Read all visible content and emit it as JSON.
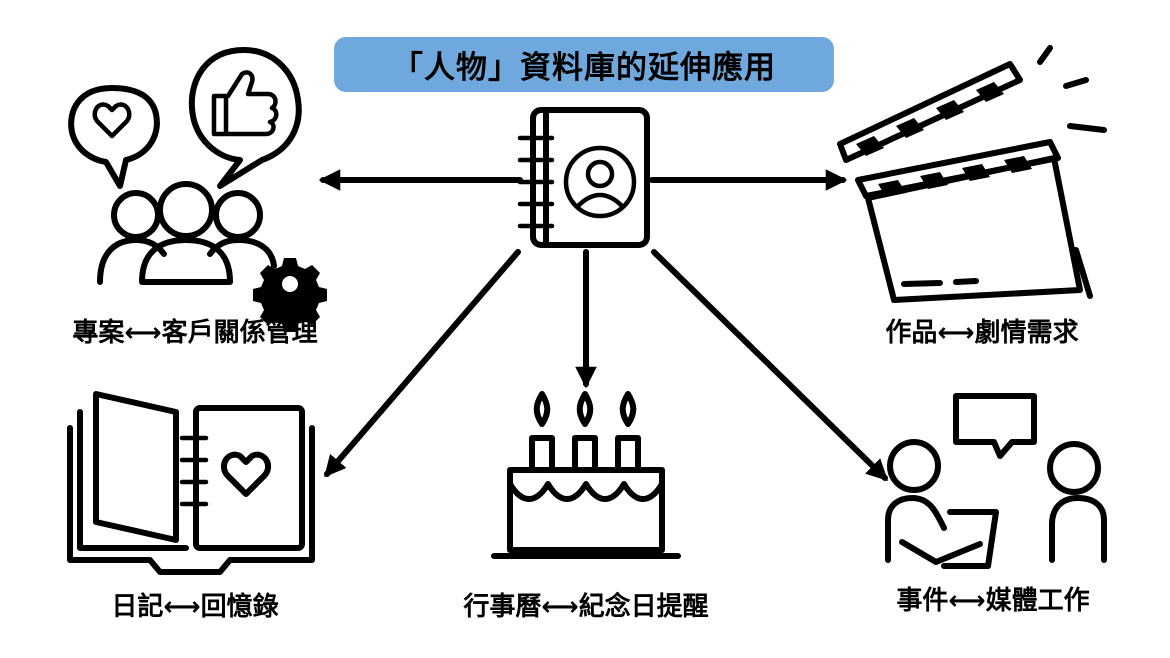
{
  "title": "「人物」資料庫的延伸應用",
  "center": {
    "icon": "contact-book-icon"
  },
  "nodes": [
    {
      "id": "project",
      "label": "專案⟷客戶關係管理",
      "icon": "customer-relations-icon"
    },
    {
      "id": "works",
      "label": "作品⟷劇情需求",
      "icon": "clapperboard-icon"
    },
    {
      "id": "diary",
      "label": "日記⟷回憶錄",
      "icon": "heart-notebook-icon"
    },
    {
      "id": "calendar",
      "label": "行事曆⟷紀念日提醒",
      "icon": "birthday-cake-icon"
    },
    {
      "id": "events",
      "label": "事件⟷媒體工作",
      "icon": "interview-icon"
    }
  ],
  "colors": {
    "title_background": "#6fa8dc",
    "line": "#000000"
  }
}
